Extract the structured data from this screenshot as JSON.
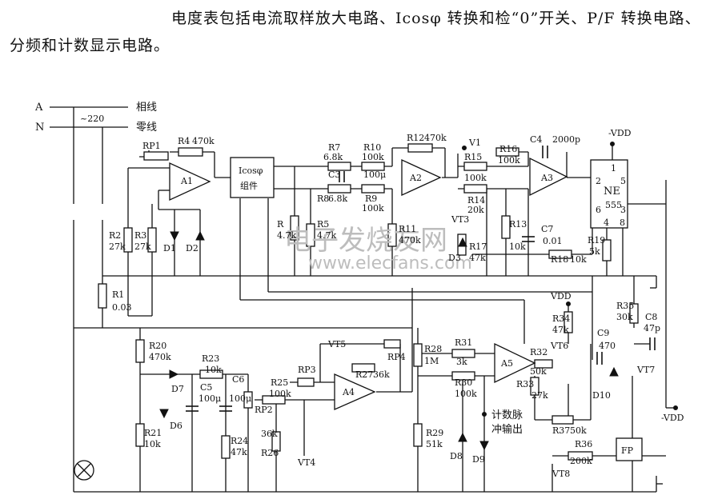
{
  "caption": {
    "line1": "电度表包括电流取样放大电路、Icosφ 转换和检“0”开关、P/F 转换电路、",
    "line2": "分频和计数显示电路。"
  },
  "labels": {
    "A": "A",
    "N": "N",
    "phase": "相线",
    "neutral": "零线",
    "voltage": "~220",
    "R1": "R1",
    "R1v": "0.03",
    "RP1": "RP1",
    "R4": "R4",
    "R4v": "470k",
    "A1": "A1",
    "R2": "R2",
    "R2v": "27k",
    "R3": "R3",
    "R3v": "27k",
    "D1": "D1",
    "D2": "D2",
    "icos1": "Icosφ",
    "icos2": "组件",
    "R7": "R7",
    "R7v": "6.8k",
    "R10": "R10",
    "R10v": "100k",
    "C3": "C3",
    "C3v": "100μ",
    "R8": "R8",
    "R8v": "6.8k",
    "R9": "R9",
    "R9v": "100k",
    "Rx": "R",
    "Rxv": "4.7k",
    "R5": "R5",
    "R5v": "4.7k",
    "A2": "A2",
    "R12": "R12",
    "R12v": "470k",
    "V1": "V1",
    "R11": "R11",
    "R11v": "470k",
    "R15": "R15",
    "R15v": "100k",
    "R14": "R14",
    "R14v": "20k",
    "VT3": "VT3",
    "D3": "D3",
    "R17": "R17",
    "R17v": "47k",
    "R16": "R16",
    "R16v": "100k",
    "C4": "C4",
    "C4v": "2000p",
    "A3": "A3",
    "R13": "R13",
    "R13v": "10k",
    "C7": "C7",
    "C7v": "0.01",
    "R18": "R18",
    "R18v": "10k",
    "VDD_top": "-VDD",
    "NE1": "NE",
    "NE2": "555",
    "p1": "1",
    "p2": "2",
    "p3": "3",
    "p5": "5",
    "p6": "6",
    "p4": "4",
    "p8": "8",
    "R19": "R19",
    "R19v": "5k",
    "R20": "R20",
    "R20v": "470k",
    "R23": "R23",
    "R23v": "10k",
    "D7": "D7",
    "C5": "C5",
    "C5v": "100μ",
    "C6": "C6",
    "C6v": "100μ",
    "D6": "D6",
    "R21": "R21",
    "R21v": "10k",
    "R25": "R25",
    "R25v": "100k",
    "RP2": "RP2",
    "RP3": "RP3",
    "R24": "R24",
    "R24v": "47k",
    "R26": "R26",
    "R26v": "36k",
    "VT4": "VT4",
    "A4": "A4",
    "VT5": "VT5",
    "RP4": "RP4",
    "R27": "R27",
    "R27v": "36k",
    "R28": "R28",
    "R28v": "1M",
    "R31": "R31",
    "R31v": "3k",
    "R30": "R30",
    "R30v": "100k",
    "A5": "A5",
    "R32": "R32",
    "R32v": "50k",
    "R33": "R33",
    "R33v": "27k",
    "VT6": "VT6",
    "R34": "R34",
    "R34v": "47k",
    "VDD_mid": "VDD",
    "R29": "R29",
    "R29v": "51k",
    "D8": "D8",
    "D9": "D9",
    "pulse1": "计数脉",
    "pulse2": "冲输出",
    "R37": "R37",
    "R37v": "50k",
    "R36": "R36",
    "R36v": "200k",
    "VT8": "VT8",
    "FP": "FP",
    "R35": "R35",
    "R35v": "30k",
    "C8": "C8",
    "C8v": "47p",
    "C9": "C9",
    "C9v": "470",
    "D10": "D10",
    "VT7": "VT7",
    "VDD_right": "-VDD"
  },
  "watermark": {
    "cn": "电子发烧友网",
    "url": "www.elecfans.com"
  }
}
